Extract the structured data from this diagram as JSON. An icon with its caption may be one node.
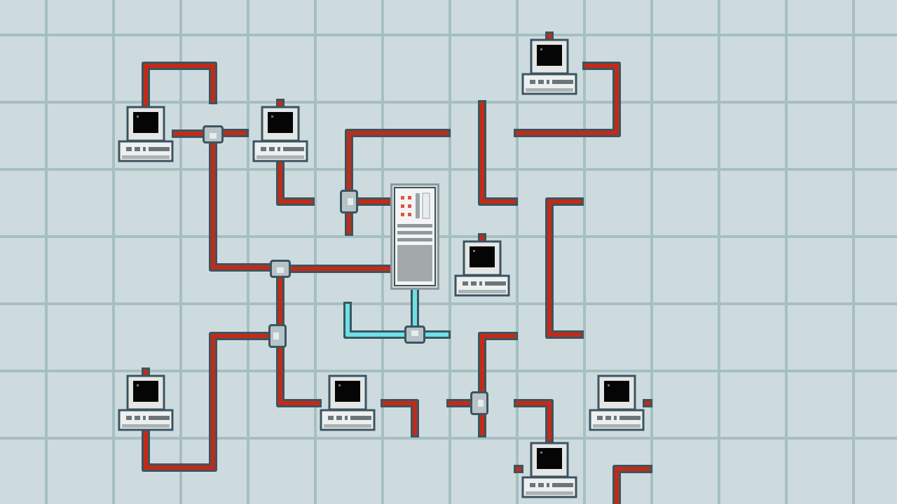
{
  "diagram": {
    "nodes": [
      {
        "text": [],
        "shape": "picture"
      },
      {
        "text": [],
        "shape": "picture"
      },
      {
        "text": [],
        "shape": "box"
      },
      {
        "text": [],
        "shape": "picture"
      },
      {
        "text": [],
        "shape": "box"
      },
      {
        "text": [],
        "shape": "picture"
      },
      {
        "text": [],
        "shape": "picture"
      },
      {
        "text": [],
        "shape": "box"
      },
      {
        "text": [],
        "shape": "box"
      },
      {
        "text": [],
        "shape": "box"
      },
      {
        "text": [],
        "shape": "picture"
      },
      {
        "text": [],
        "shape": "picture"
      },
      {
        "text": [],
        "shape": "box"
      },
      {
        "text": [],
        "shape": "picture"
      },
      {
        "text": [],
        "shape": "picture"
      }
    ],
    "edges": [
      {
        "from": 1,
        "to": 2,
        "arrow": "none"
      },
      {
        "from": 2,
        "to": 7,
        "arrow": "none"
      },
      {
        "from": 7,
        "to": 5,
        "arrow": "none"
      },
      {
        "from": 4,
        "to": 5,
        "arrow": "none"
      },
      {
        "from": 5,
        "to": 9,
        "arrow": "none",
        "color": "#6ee0e6"
      },
      {
        "from": 7,
        "to": 8,
        "arrow": "none"
      },
      {
        "from": 8,
        "to": 10,
        "arrow": "none"
      },
      {
        "from": 8,
        "to": 11,
        "arrow": "none"
      }
    ]
  }
}
